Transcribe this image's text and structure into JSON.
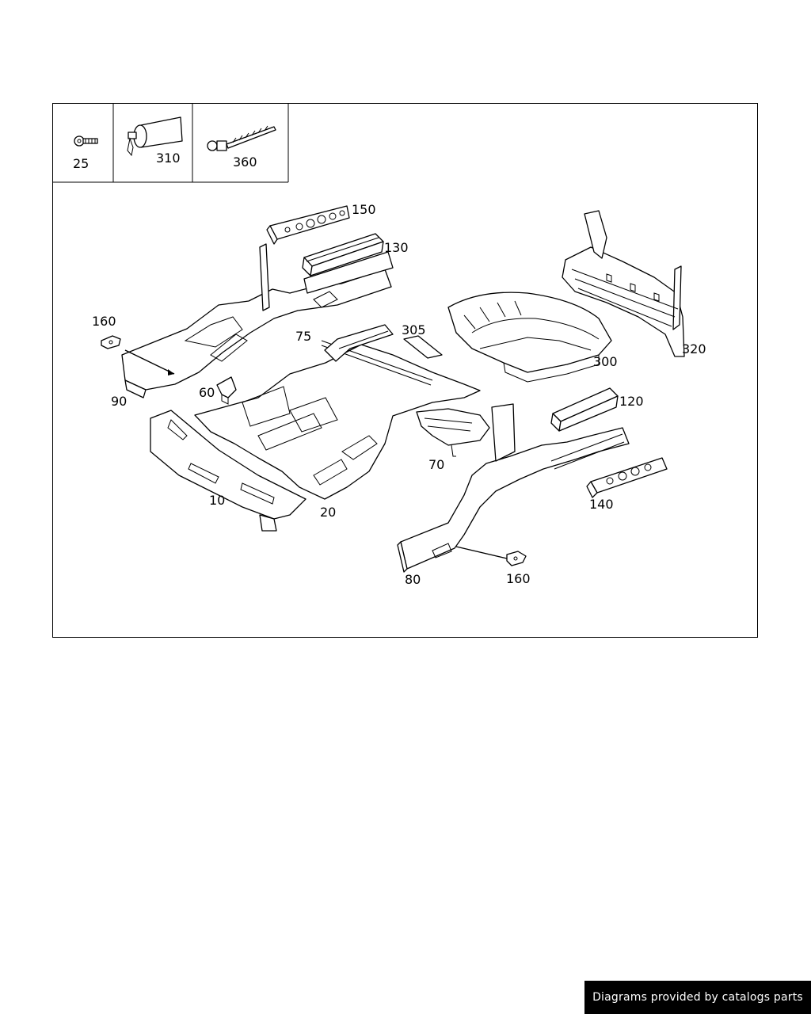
{
  "legend": {
    "items": [
      {
        "code": "25",
        "icon": "screw-icon"
      },
      {
        "code": "310",
        "icon": "sealant-tube-icon"
      },
      {
        "code": "360",
        "icon": "rivet-bolt-icon"
      }
    ]
  },
  "callouts": {
    "p150": "150",
    "p130": "130",
    "p160a": "160",
    "p75": "75",
    "p305": "305",
    "p300": "300",
    "p320": "320",
    "p90": "90",
    "p60": "60",
    "p120": "120",
    "p70": "70",
    "p10": "10",
    "p20": "20",
    "p140": "140",
    "p80": "80",
    "p160b": "160"
  },
  "footer": {
    "credit": "Diagrams provided by catalogs parts"
  }
}
